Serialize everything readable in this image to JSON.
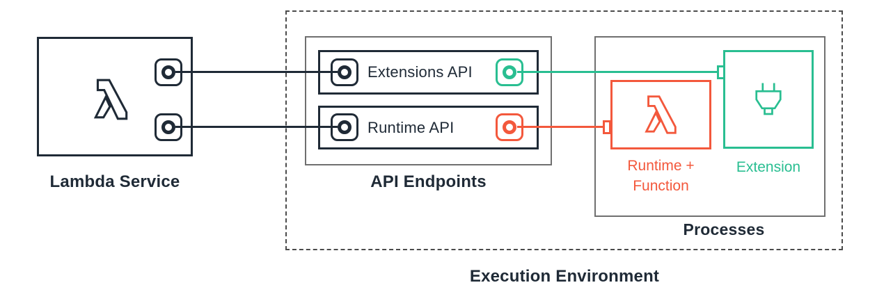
{
  "colors": {
    "dark_navy": "#1f2a36",
    "teal": "#29be91",
    "orange": "#f3583c",
    "box_gray": "#6f6f6f",
    "dash_gray": "#4b4b4b"
  },
  "icons": {
    "lambda_service_icon": "lambda-icon",
    "runtime_function_icon": "lambda-icon",
    "extension_icon": "plug-icon",
    "connector_icon": "port-icon"
  },
  "lambda_service": {
    "label": "Lambda Service"
  },
  "execution_environment": {
    "label": "Execution Environment",
    "api_endpoints": {
      "label": "API Endpoints",
      "extensions_api_label": "Extensions API",
      "runtime_api_label": "Runtime API"
    },
    "processes": {
      "label": "Processes",
      "runtime_function_label": [
        "Runtime +",
        "Function"
      ],
      "extension_label": "Extension"
    }
  }
}
